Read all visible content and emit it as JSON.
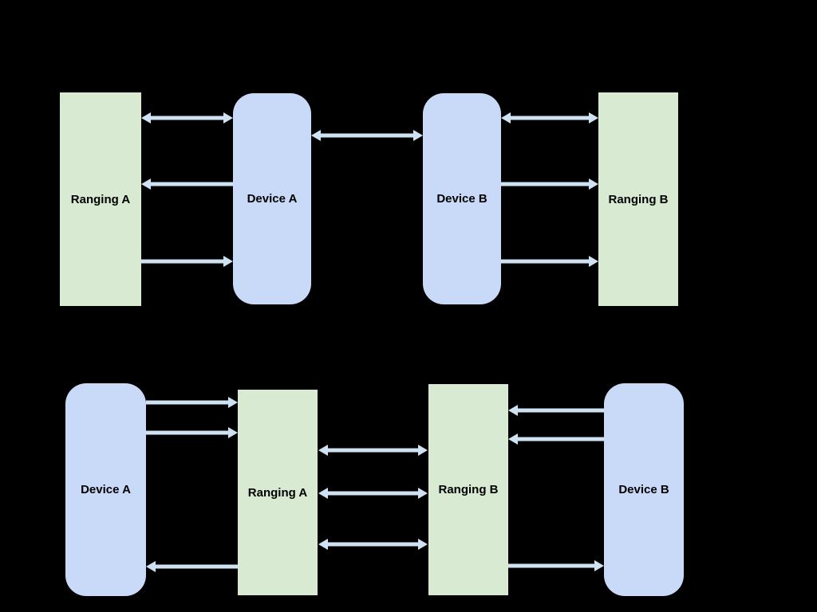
{
  "colors": {
    "background": "#000000",
    "device_box_fill": "#c9daf8",
    "ranging_box_fill": "#d9ead3",
    "arrow": "#cfe2f3",
    "label_text": "#000000"
  },
  "diagram_top": {
    "boxes": [
      {
        "label": "Ranging A",
        "type": "ranging"
      },
      {
        "label": "Device A",
        "type": "device"
      },
      {
        "label": "Device B",
        "type": "device"
      },
      {
        "label": "Ranging B",
        "type": "ranging"
      }
    ],
    "arrows": [
      {
        "between": [
          "Ranging A",
          "Device A"
        ],
        "direction": "both"
      },
      {
        "between": [
          "Ranging A",
          "Device A"
        ],
        "direction": "left"
      },
      {
        "between": [
          "Ranging A",
          "Device A"
        ],
        "direction": "right"
      },
      {
        "between": [
          "Device A",
          "Device B"
        ],
        "direction": "both"
      },
      {
        "between": [
          "Device B",
          "Ranging B"
        ],
        "direction": "both"
      },
      {
        "between": [
          "Device B",
          "Ranging B"
        ],
        "direction": "right"
      },
      {
        "between": [
          "Device B",
          "Ranging B"
        ],
        "direction": "right"
      }
    ]
  },
  "diagram_bottom": {
    "boxes": [
      {
        "label": "Device A",
        "type": "device"
      },
      {
        "label": "Ranging A",
        "type": "ranging"
      },
      {
        "label": "Ranging B",
        "type": "ranging"
      },
      {
        "label": "Device B",
        "type": "device"
      }
    ],
    "arrows": [
      {
        "between": [
          "Device A",
          "Ranging A"
        ],
        "direction": "right"
      },
      {
        "between": [
          "Device A",
          "Ranging A"
        ],
        "direction": "right"
      },
      {
        "between": [
          "Device A",
          "Ranging A"
        ],
        "direction": "left"
      },
      {
        "between": [
          "Ranging A",
          "Ranging B"
        ],
        "direction": "both"
      },
      {
        "between": [
          "Ranging A",
          "Ranging B"
        ],
        "direction": "both"
      },
      {
        "between": [
          "Ranging A",
          "Ranging B"
        ],
        "direction": "both"
      },
      {
        "between": [
          "Device B",
          "Ranging B"
        ],
        "direction": "left"
      },
      {
        "between": [
          "Device B",
          "Ranging B"
        ],
        "direction": "left"
      },
      {
        "between": [
          "Ranging B",
          "Device B"
        ],
        "direction": "right"
      }
    ]
  }
}
